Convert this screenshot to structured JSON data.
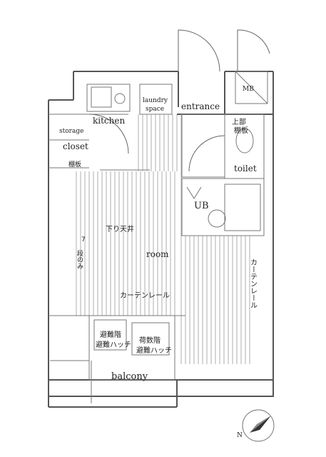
{
  "labels": {
    "mb": "MB",
    "laundry_space_1": "laundry",
    "laundry_space_2": "space",
    "entrance": "entrance",
    "kitchen": "kitchen",
    "storage": "storage",
    "closet": "closet",
    "closet_shelf": "棚板",
    "upper_shelf_1": "上部",
    "upper_shelf_2": "棚板",
    "toilet": "toilet",
    "ub": "UB",
    "lowered_ceiling": "下り天井",
    "room": "room",
    "only_7_1": "7",
    "only_7_2": "段のみ",
    "curtain_rail_bottom": "カーテンレール",
    "curtain_rail_right": "カーテンレール",
    "hatch_a_1": "避難階",
    "hatch_a_2": "避難ハッチ",
    "hatch_b_1": "荷数階",
    "hatch_b_2": "避難ハッチ",
    "balcony": "balcony"
  },
  "icons": {
    "compass": "north-arrow-icon",
    "north_letter": "N"
  }
}
